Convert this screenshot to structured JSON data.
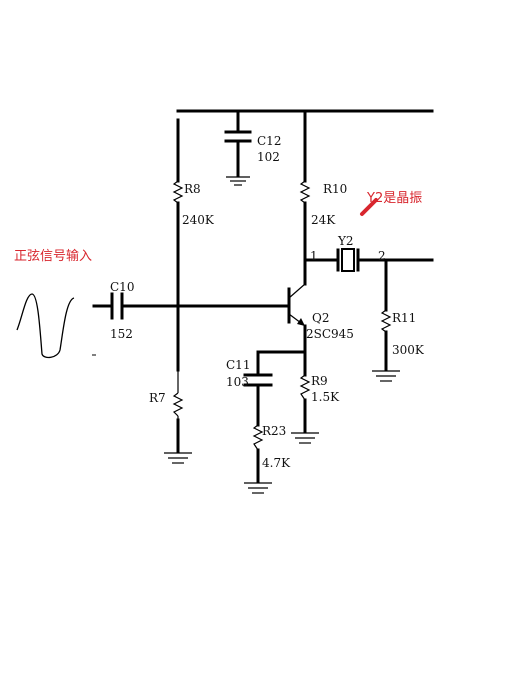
{
  "colors": {
    "wire": "#000000",
    "annotation": "#d8262e",
    "mark": "#d8262e"
  },
  "annotations": {
    "input_note": "正弦信号输入",
    "crystal_note": "Y2是晶振"
  },
  "components": {
    "C12": {
      "name": "C12",
      "value": "102"
    },
    "R8": {
      "name": "R8",
      "value": "240K"
    },
    "R10": {
      "name": "R10",
      "value": "24K"
    },
    "Y2": {
      "name": "Y2",
      "pin1": "1",
      "pin2": "2"
    },
    "C10": {
      "name": "C10",
      "value": "152"
    },
    "Q2": {
      "name": "Q2",
      "value": "2SC945"
    },
    "R11": {
      "name": "R11",
      "value": "300K"
    },
    "C11": {
      "name": "C11",
      "value": "103"
    },
    "R9": {
      "name": "R9",
      "value": "1.5K"
    },
    "R7": {
      "name": "R7"
    },
    "R23": {
      "name": "R23",
      "value": "4.7K"
    }
  }
}
